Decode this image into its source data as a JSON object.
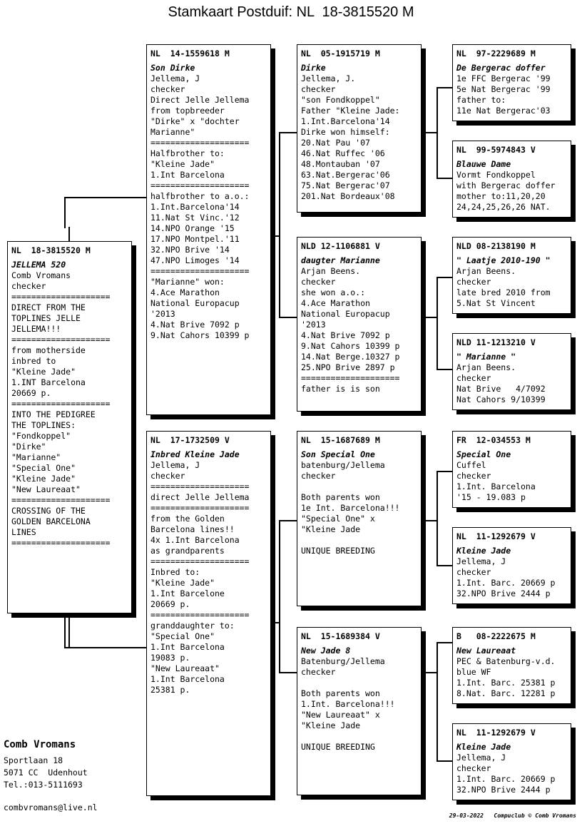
{
  "title": "Stamkaart Postduif: NL  18-3815520 M",
  "subject": {
    "ring": "NL  18-3815520 M",
    "name": "JELLEMA 520",
    "lines": [
      "Comb Vromans",
      "checker",
      "====================",
      "DIRECT FROM THE",
      "TOPLINES JELLE",
      "JELLEMA!!!",
      "====================",
      "from motherside",
      "inbred to",
      "\"Kleine Jade\"",
      "1.INT Barcelona",
      "20669 p.",
      "====================",
      "INTO THE PEDIGREE",
      "THE TOPLINES:",
      "\"Fondkoppel\"",
      "\"Dirke\"",
      "\"Marianne\"",
      "\"Special One\"",
      "\"Kleine Jade\"",
      "\"New Laureaat\"",
      "====================",
      "CROSSING OF THE",
      "GOLDEN BARCELONA",
      "LINES",
      "===================="
    ]
  },
  "generation2": {
    "father": {
      "ring": "NL  14-1559618 M",
      "name": "Son Dirke",
      "lines": [
        "Jellema, J",
        "checker",
        "Direct Jelle Jellema",
        "from topbreeder",
        "\"Dirke\" x \"dochter",
        "Marianne\"",
        "====================",
        "Halfbrother to:",
        "\"Kleine Jade\"",
        "1.Int Barcelona",
        "====================",
        "halfbrother to a.o.:",
        "1.Int.Barcelona'14",
        "11.Nat St Vinc.'12",
        "14.NPO Orange '15",
        "17.NPO Montpel.'11",
        "32.NPO Brive '14",
        "47.NPO Limoges '14",
        "====================",
        "\"Marianne\" won:",
        "4.Ace Marathon",
        "National Europacup",
        "'2013",
        "4.Nat Brive 7092 p",
        "9.Nat Cahors 10399 p"
      ]
    },
    "mother": {
      "ring": "NL  17-1732509 V",
      "name": "Inbred Kleine Jade",
      "lines": [
        "Jellema, J",
        "checker",
        "====================",
        "direct Jelle Jellema",
        "====================",
        "from the Golden",
        "Barcelona lines!!",
        "4x 1.Int Barcelona",
        "as grandparents",
        "====================",
        "Inbred to:",
        "\"Kleine Jade\"",
        "1.Int Barcelone",
        "20669 p.",
        "====================",
        "granddaughter to:",
        "\"Special One\"",
        "1.Int Barcelona",
        "19083 p.",
        "\"New Laureaat\"",
        "1.Int Barcelona",
        "25381 p."
      ]
    }
  },
  "generation3": {
    "ff": {
      "ring": "NL  05-1915719 M",
      "name": "Dirke",
      "lines": [
        "Jellema, J.",
        "checker",
        "\"son Fondkoppel\"",
        "Father \"Kleine Jade:",
        "1.Int.Barcelona'14",
        "Dirke won himself:",
        "20.Nat Pau '07",
        "46.Nat Ruffec '06",
        "48.Montauban '07",
        "63.Nat.Bergerac'06",
        "75.Nat Bergerac'07",
        "201.Nat Bordeaux'08"
      ]
    },
    "fm": {
      "ring": "NLD 12-1106881 V",
      "name": "daugter Marianne",
      "lines": [
        "Arjan Beens.",
        "checker",
        "she won a.o.:",
        "4.Ace Marathon",
        "National Europacup",
        "'2013",
        "4.Nat Brive 7092 p",
        "9.Nat Cahors 10399 p",
        "14.Nat Berge.10327 p",
        "25.NPO Brive 2897 p",
        "====================",
        "father is is son"
      ]
    },
    "mf": {
      "ring": "NL  15-1687689 M",
      "name": "Son Special One",
      "lines": [
        "batenburg/Jellema",
        "checker",
        "",
        "Both parents won",
        "1e Int. Barcelona!!!",
        "\"Special One\" x",
        "\"Kleine Jade",
        "",
        "UNIQUE BREEDING"
      ]
    },
    "mm": {
      "ring": "NL  15-1689384 V",
      "name": "New Jade 8",
      "lines": [
        "Batenburg/Jellema",
        "checker",
        "",
        "Both parents won",
        "1.Int. Barcelona!!!",
        "\"New Laureaat\" x",
        "\"Kleine Jade",
        "",
        "UNIQUE BREEDING"
      ]
    }
  },
  "generation4": {
    "fff": {
      "ring": "NL  97-2229689 M",
      "name": "De Bergerac doffer",
      "lines": [
        "1e FFC Bergerac '99",
        "5e Nat Bergerac '99",
        "father to:",
        "11e Nat Bergerac'03"
      ]
    },
    "ffm": {
      "ring": "NL  99-5974843 V",
      "name": "Blauwe Dame",
      "lines": [
        "Vormt Fondkoppel",
        "with Bergerac doffer",
        "mother to:11,20,20",
        "24,24,25,26,26 NAT."
      ]
    },
    "fmf": {
      "ring": "NLD 08-2138190 M",
      "name": "\" Laatje 2010-190 \"",
      "lines": [
        "Arjan Beens.",
        "checker",
        "late bred 2010 from",
        "5.Nat St Vincent"
      ]
    },
    "fmm": {
      "ring": "NLD 11-1213210 V",
      "name": "\" Marianne \"",
      "lines": [
        "Arjan Beens.",
        "checker",
        "Nat Brive   4/7092",
        "Nat Cahors 9/10399"
      ]
    },
    "mff": {
      "ring": "FR  12-034553 M",
      "name": "Special One",
      "lines": [
        "Cuffel",
        "checker",
        "1.Int. Barcelona",
        "'15 - 19.083 p"
      ]
    },
    "mfm": {
      "ring": "NL  11-1292679 V",
      "name": "Kleine Jade",
      "lines": [
        "Jellema, J",
        "checker",
        "1.Int. Barc. 20669 p",
        "32.NPO Brive 2444 p"
      ]
    },
    "mmf": {
      "ring": "B   08-2222675 M",
      "name": "New Laureaat",
      "lines": [
        "PEC & Batenburg-v.d.",
        "blue WF",
        "1.Int. Barc. 25381 p",
        "8.Nat. Barc. 12281 p"
      ]
    },
    "mmm": {
      "ring": "NL  11-1292679 V",
      "name": "Kleine Jade",
      "lines": [
        "Jellema, J",
        "checker",
        "1.Int. Barc. 20669 p",
        "32.NPO Brive 2444 p"
      ]
    }
  },
  "footer": {
    "owner": "Comb Vromans",
    "address": [
      "Sportlaan 18",
      "5071 CC  Udenhout",
      "Tel.:013-5111693"
    ],
    "email": "combvromans@live.nl",
    "credit": "29-03-2022   Compuclub © Comb Vromans"
  }
}
